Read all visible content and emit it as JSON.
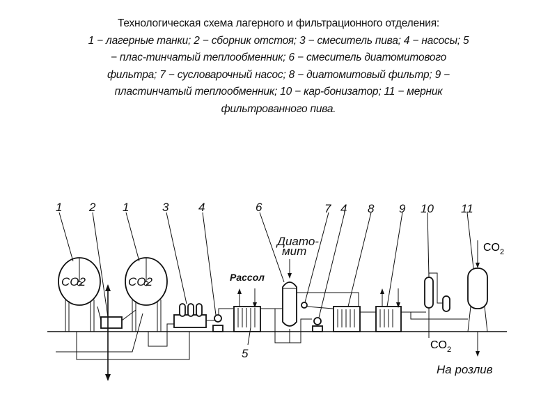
{
  "caption": {
    "title": "Технологическая схема лагерного и фильтрационного отделения:",
    "lines": [
      "1 − лагерные танки; 2 − сборник отстоя; 3 − смеситель пива; 4 − насосы; 5",
      "− плас-тинчатый теплообменник; 6 − смеситель диатомитового",
      "фильтра; 7 − сусловарочный насос; 8 − диатомитовый фильтр; 9 −",
      "пластинчатый теплообменник; 10 − кар-бонизатор; 11 −  мерник",
      "фильтрованного пива."
    ]
  },
  "diagram": {
    "numbers": [
      "1",
      "2",
      "1",
      "3",
      "4",
      "6",
      "7",
      "4",
      "8",
      "9",
      "10",
      "11",
      "5"
    ],
    "tank_gas_label": "CO2",
    "brine_label": "Рассол",
    "diatomite_label_1": "Диато-",
    "diatomite_label_2": "мит",
    "co2_top": "CO",
    "co2_bottom": "CO",
    "co2_sub": "2",
    "bottling_label": "На розлив"
  }
}
